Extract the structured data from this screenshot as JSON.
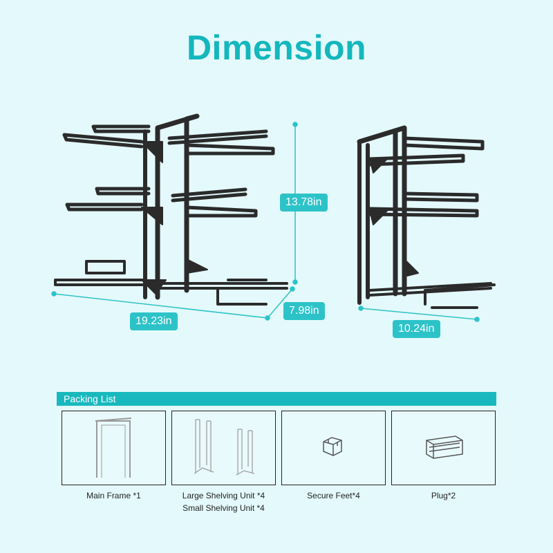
{
  "title": "Dimension",
  "dimensions": {
    "height": "13.78in",
    "width": "19.23in",
    "depth": "7.98in",
    "side_width": "10.24in"
  },
  "packing_list": {
    "header": "Packing List",
    "items": [
      {
        "label": "Main Frame *1"
      },
      {
        "label": "Large Shelving Unit *4",
        "label2": "Small Shelving Unit *4"
      },
      {
        "label": "Secure Feet*4"
      },
      {
        "label": "Plug*2"
      }
    ]
  },
  "colors": {
    "accent": "#13b7bd",
    "label_bg": "#2cc3c8",
    "background": "#e4f9fb",
    "product": "#2b2b2b"
  }
}
